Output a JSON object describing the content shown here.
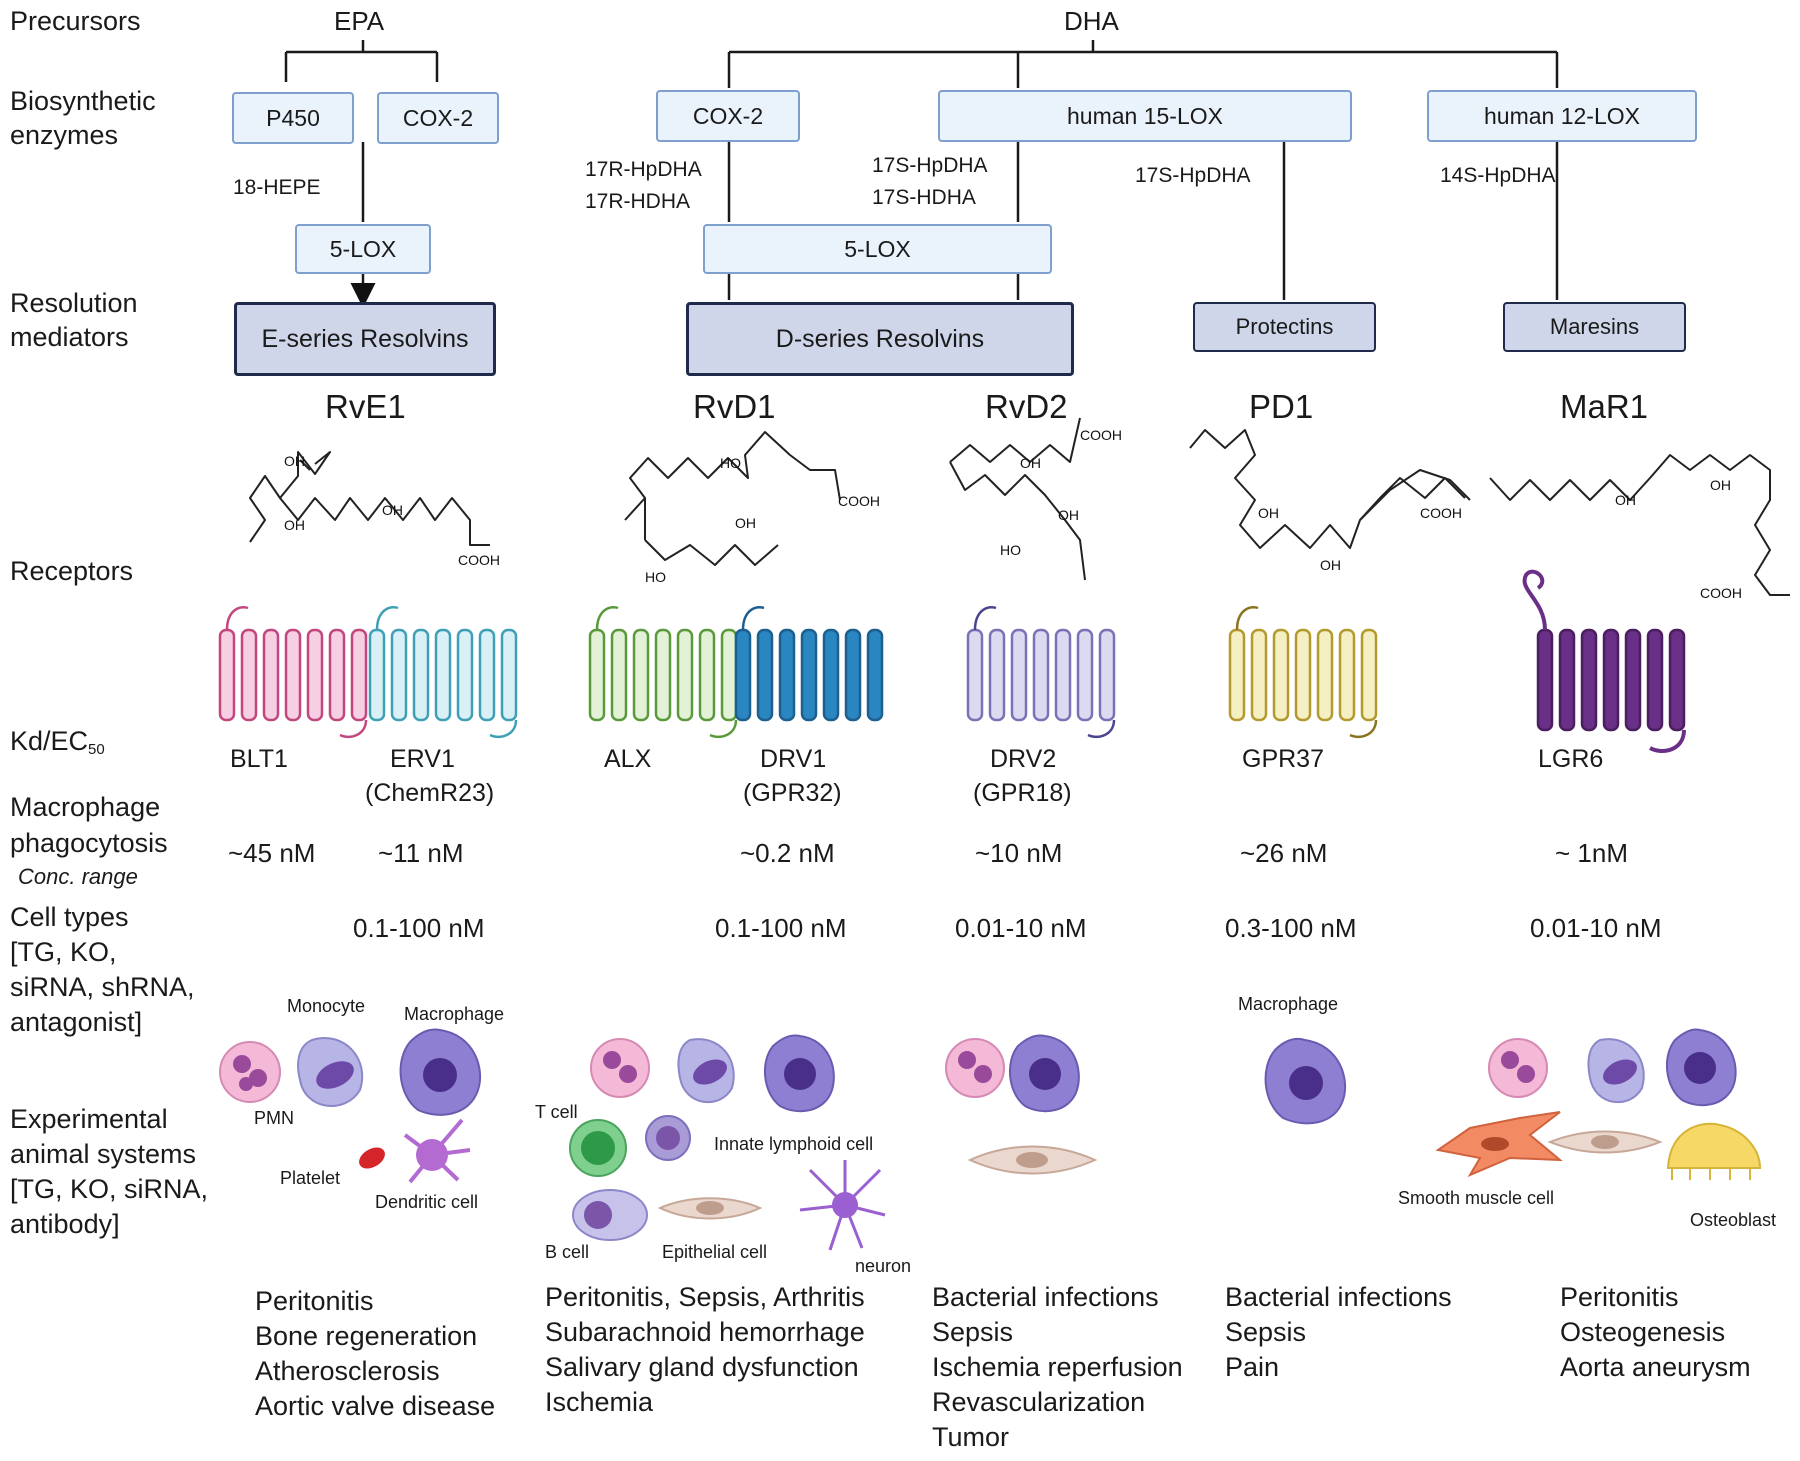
{
  "row_labels": {
    "precursors": "Precursors",
    "enzymes_1": "Biosynthetic",
    "enzymes_2": "enzymes",
    "mediators_1": "Resolution",
    "mediators_2": "mediators",
    "receptors": "Receptors",
    "kd_main": "Kd/EC",
    "kd_sub": "50",
    "macro_1": "Macrophage",
    "macro_2": "phagocytosis",
    "macro_3": "Conc. range",
    "cells_1": "Cell types",
    "cells_2": "[TG, KO,",
    "cells_3": "siRNA, shRNA,",
    "cells_4": "antagonist]",
    "exp_1": "Experimental",
    "exp_2": "animal systems",
    "exp_3": "[TG, KO, siRNA,",
    "exp_4": "antibody]"
  },
  "precursors": {
    "epa": "EPA",
    "dha": "DHA"
  },
  "enzymes": {
    "p450": "P450",
    "cox2_epa": "COX-2",
    "lox5_epa": "5-LOX",
    "cox2_dha": "COX-2",
    "h15lox": "human 15-LOX",
    "lox5_dha": "5-LOX",
    "h12lox": "human 12-LOX"
  },
  "intermediates": {
    "hepe": "18-HEPE",
    "r_hpdha": "17R-HpDHA",
    "r_hdha": "17R-HDHA",
    "s_hpdha": "17S-HpDHA",
    "s_hdha": "17S-HDHA",
    "s_hpdha2": "17S-HpDHA",
    "s14_hpdha": "14S-HpDHA"
  },
  "families": {
    "e_series": "E-series Resolvins",
    "d_series": "D-series Resolvins",
    "protectins": "Protectins",
    "maresins": "Maresins"
  },
  "mediators": {
    "rve1": "RvE1",
    "rvd1": "RvD1",
    "rvd2": "RvD2",
    "pd1": "PD1",
    "mar1": "MaR1"
  },
  "structure_labels": {
    "oh": "OH",
    "ho": "HO",
    "cooh": "COOH"
  },
  "receptors": {
    "blt1": "BLT1",
    "erv1": "ERV1",
    "erv1_alt": "(ChemR23)",
    "alx": "ALX",
    "drv1": "DRV1",
    "drv1_alt": "(GPR32)",
    "drv2": "DRV2",
    "drv2_alt": "(GPR18)",
    "gpr37": "GPR37",
    "lgr6": "LGR6"
  },
  "receptor_colors": {
    "blt1": "#c2477f",
    "erv1": "#3fa0b5",
    "alx": "#5a9a3c",
    "drv1": "#1d6fa6",
    "drv2": "#7a72b6",
    "gpr37": "#b49a2e",
    "lgr6": "#6a2f86"
  },
  "kd": {
    "blt1": "~45 nM",
    "erv1": "~11 nM",
    "drv1": "~0.2 nM",
    "drv2": "~10 nM",
    "gpr37": "~26 nM",
    "lgr6": "~ 1nM"
  },
  "phagocytosis": {
    "rve1": "0.1-100 nM",
    "rvd1": "0.1-100 nM",
    "rvd2": "0.01-10 nM",
    "pd1": "0.3-100 nM",
    "mar1": "0.01-10 nM"
  },
  "cells": {
    "monocyte": "Monocyte",
    "macrophage": "Macrophage",
    "pmn": "PMN",
    "platelet": "Platelet",
    "dendritic": "Dendritic cell",
    "tcell": "T cell",
    "ilc": "Innate lymphoid cell",
    "bcell": "B cell",
    "epithelial": "Epithelial cell",
    "neuron": "neuron",
    "macrophage_pd1": "Macrophage",
    "smooth_muscle": "Smooth muscle cell",
    "osteoblast": "Osteoblast"
  },
  "experimental": {
    "rve1": [
      "Peritonitis",
      "Bone regeneration",
      "Atherosclerosis",
      "Aortic valve disease"
    ],
    "rvd1": [
      "Peritonitis, Sepsis, Arthritis",
      "Subarachnoid hemorrhage",
      "Salivary gland dysfunction",
      "Ischemia"
    ],
    "rvd2": [
      "Bacterial infections",
      "Sepsis",
      "Ischemia reperfusion",
      "Revascularization",
      "Tumor"
    ],
    "pd1": [
      "Bacterial infections",
      "Sepsis",
      "Pain"
    ],
    "mar1": [
      "Peritonitis",
      "Osteogenesis",
      "Aorta aneurysm"
    ]
  }
}
